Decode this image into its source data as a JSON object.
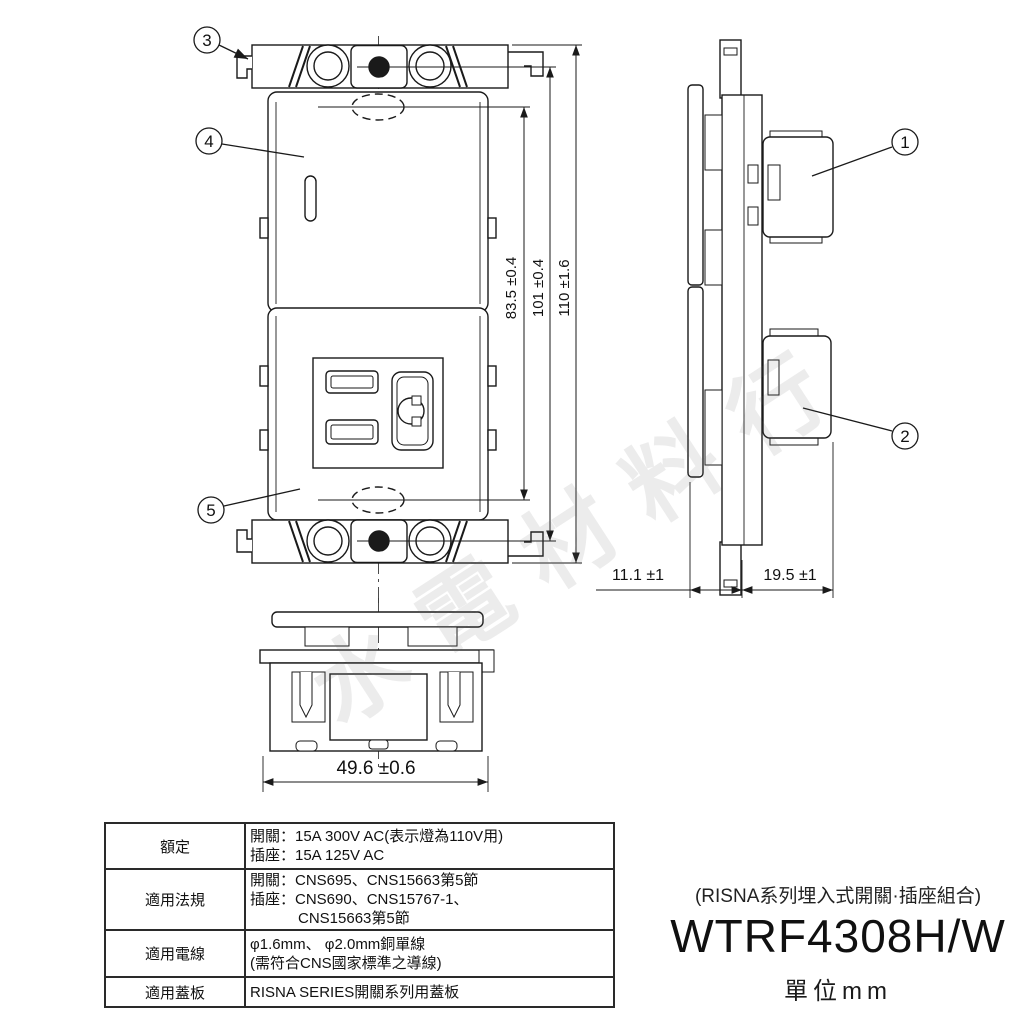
{
  "watermark": "水電材料行",
  "drawing": {
    "front_view": {
      "callouts": {
        "mounting_frame": "3",
        "switch_rocker": "4",
        "outlet_body": "5"
      },
      "dimensions": {
        "inner_pitch": "83.5 ±0.4",
        "screw_pitch": "101 ±0.4",
        "overall_height": "110 ±1.6"
      }
    },
    "side_view": {
      "callouts": {
        "switch_unit": "1",
        "outlet_unit": "2"
      },
      "dimensions": {
        "rear_depth": "11.1 ±1",
        "front_depth": "19.5 ±1"
      }
    },
    "bottom_view": {
      "dimensions": {
        "overall_width": "49.6 ±0.6"
      }
    }
  },
  "spec_table": {
    "rows": [
      {
        "label": "額定",
        "lines": [
          "開關：15A 300V AC(表示燈為110V用)",
          "插座：15A 125V AC"
        ]
      },
      {
        "label": "適用法規",
        "lines": [
          "開關：CNS695、CNS15663第5節",
          "插座：CNS690、CNS15767-1、",
          "CNS15663第5節"
        ]
      },
      {
        "label": "適用電線",
        "lines": [
          "φ1.6mm、 φ2.0mm銅單線",
          "(需符合CNS國家標準之導線)"
        ]
      },
      {
        "label": "適用蓋板",
        "lines": [
          "RISNA SERIES開關系列用蓋板"
        ]
      }
    ]
  },
  "product": {
    "series_note": "(RISNA系列埋入式開關·插座組合)",
    "model": "WTRF4308H/W",
    "unit": "單位mm"
  }
}
